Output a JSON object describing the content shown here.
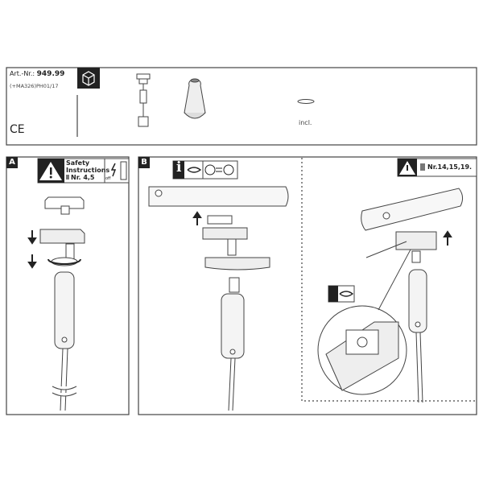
{
  "header": {
    "art_label": "Art.-Nr.:",
    "art_number": "949.99",
    "code": "(+MA326)PH01/17",
    "ce_mark": "CE",
    "included_label": "incl."
  },
  "panel_a": {
    "label": "A",
    "safety_title_1": "Safety",
    "safety_title_2": "Instructions",
    "safety_ref": "Nr. 4,5",
    "power_state": "off"
  },
  "panel_b": {
    "label": "B",
    "info_letter": "i",
    "note_ref": "Nr.14,15,19."
  },
  "colors": {
    "ink": "#222222",
    "line": "#555555",
    "fill_grey": "#dddddd"
  }
}
